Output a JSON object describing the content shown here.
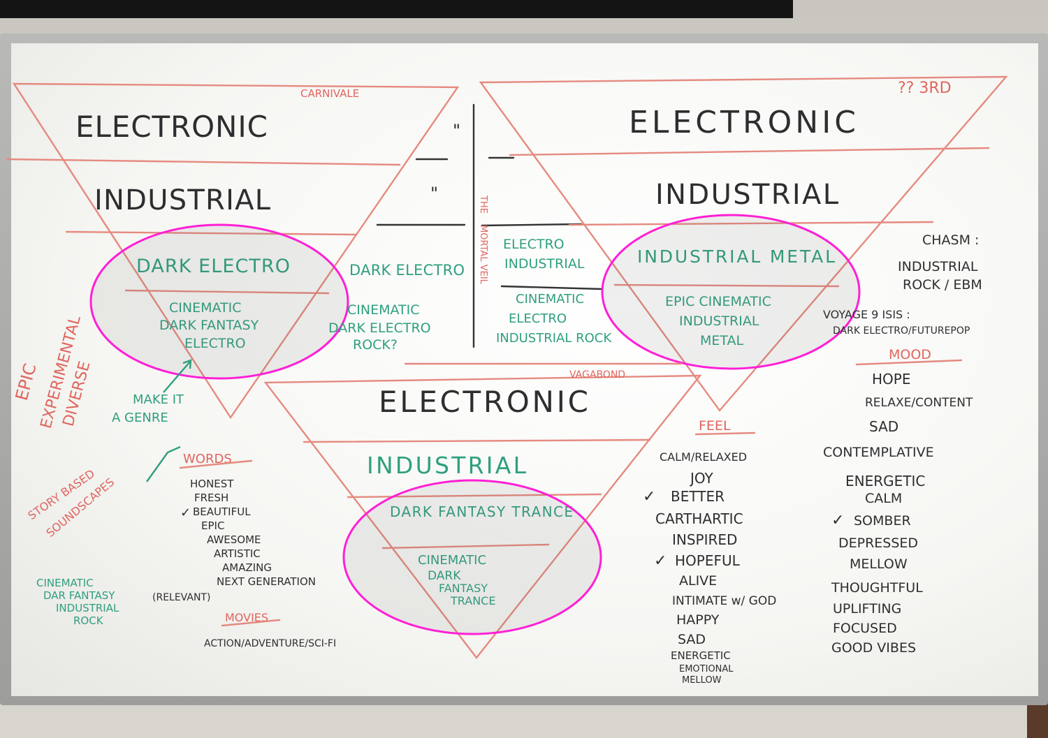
{
  "colors": {
    "marker_black": "#2e2e30",
    "marker_green": "#2f9f7f",
    "marker_red": "#e0655e",
    "highlight_ellipse": "#ff1fd6"
  },
  "left_triangle": {
    "top_label": "CARNIVALE",
    "tier1": "ELECTRONIC",
    "tier2": "INDUSTRIAL",
    "tier3": "DARK ELECTRO",
    "tier4": [
      "CINEMATIC",
      "DARK FANTASY",
      "ELECTRO"
    ]
  },
  "middle_list": {
    "ditto1": "\"",
    "ditto2": "\"",
    "left_item": "DARK ELECTRO",
    "left_sub": [
      "CINEMATIC",
      "DARK ELECTRO",
      "ROCK?"
    ],
    "divider_label": [
      "THE",
      "MORTAL VEIL"
    ],
    "right_item": [
      "ELECTRO",
      "INDUSTRIAL"
    ],
    "right_sub": [
      "CINEMATIC",
      "ELECTRO",
      "INDUSTRIAL ROCK"
    ]
  },
  "right_triangle": {
    "top_label": "?? 3RD",
    "tier1": "ELECTRONIC",
    "tier2": "INDUSTRIAL",
    "tier3": "INDUSTRIAL METAL",
    "tier4": [
      "EPIC CINEMATIC",
      "INDUSTRIAL",
      "METAL"
    ]
  },
  "bottom_triangle": {
    "top_label": "VAGABOND",
    "tier1": "ELECTRONIC",
    "tier2": "INDUSTRIAL",
    "tier3": "DARK FANTASY TRANCE",
    "tier4": [
      "CINEMATIC",
      "DARK",
      "FANTASY",
      "TRANCE"
    ]
  },
  "side_notes": {
    "epic": "EPIC",
    "experimental": "EXPERIMENTAL",
    "diverse": "DIVERSE",
    "make_genre": [
      "MAKE IT",
      "A GENRE"
    ],
    "story": [
      "STORY BASED",
      "SOUNDSCAPES"
    ],
    "cdfir": [
      "CINEMATIC",
      "DAR FANTASY",
      "INDUSTRIAL",
      "ROCK"
    ]
  },
  "words": {
    "heading": "WORDS",
    "items": [
      "HONEST",
      "FRESH",
      "BEAUTIFUL",
      "EPIC",
      "AWESOME",
      "ARTISTIC",
      "AMAZING",
      "NEXT GENERATION"
    ],
    "relevant": "(RELEVANT)",
    "checkmark": "✓"
  },
  "movies": {
    "heading": "MOVIES",
    "genres": "ACTION/ADVENTURE/SCI-FI"
  },
  "chasm": {
    "label": "CHASM :",
    "lines": [
      "INDUSTRIAL",
      "ROCK / EBM"
    ],
    "voyage": "VOYAGE 9 ISIS :",
    "voyage_value": "DARK ELECTRO/FUTUREPOP"
  },
  "feel": {
    "heading": "FEEL",
    "items": [
      "CALM/RELAXED",
      "JOY",
      "BETTER",
      "CARTHARTIC",
      "INSPIRED",
      "HOPEFUL",
      "ALIVE",
      "INTIMATE w/ GOD",
      "HAPPY",
      "SAD",
      "ENERGETIC",
      "EMOTIONAL",
      "MELLOW"
    ],
    "check": "✓"
  },
  "mood": {
    "heading": "MOOD",
    "items": [
      "HOPE",
      "RELAXE/CONTENT",
      "SAD",
      "CONTEMPLATIVE",
      "ENERGETIC",
      "CALM",
      "SOMBER",
      "DEPRESSED",
      "MELLOW",
      "THOUGHTFUL",
      "UPLIFTING",
      "FOCUSED",
      "GOOD VIBES"
    ],
    "check": "✓"
  }
}
